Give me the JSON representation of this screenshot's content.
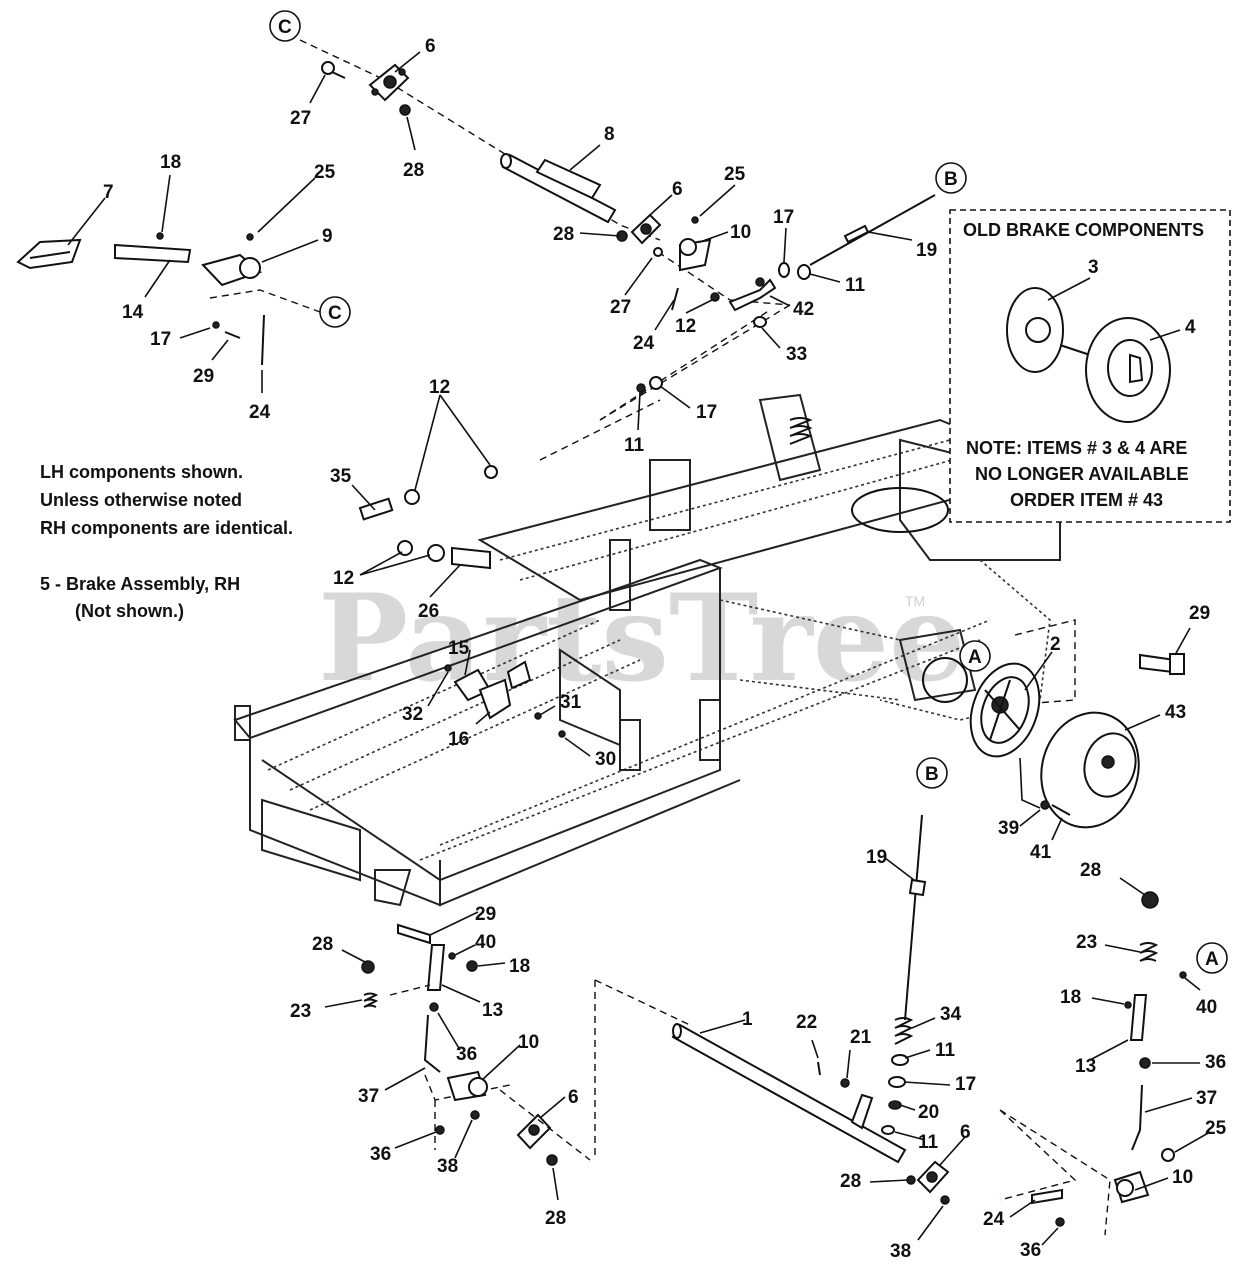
{
  "watermark": "PartsTree",
  "watermark_tm": "TM",
  "notes": {
    "line1": "LH components shown.",
    "line2": "Unless otherwise noted",
    "line3": "RH components are identical.",
    "line4": "5 - Brake Assembly, RH",
    "line5": "(Not shown.)"
  },
  "old_brake_box": {
    "title": "OLD BRAKE COMPONENTS",
    "note1": "NOTE: ITEMS # 3 & 4 ARE",
    "note2": "NO LONGER AVAILABLE",
    "note3": "ORDER ITEM # 43"
  },
  "ref_circles": {
    "c_top": "C",
    "c_mid": "C",
    "b_top": "B",
    "b_mid": "B",
    "a_mid": "A",
    "a_right": "A"
  },
  "callouts": {
    "c6a": "6",
    "c27a": "27",
    "c28a": "28",
    "c8": "8",
    "c7": "7",
    "c18a": "18",
    "c25a": "25",
    "c9": "9",
    "c14": "14",
    "c17a": "17",
    "c29a": "29",
    "c24a": "24",
    "c6b": "6",
    "c25b": "25",
    "c28b": "28",
    "c10a": "10",
    "c27b": "27",
    "c24b": "24",
    "c12a": "12",
    "c17b": "17",
    "c11a": "11",
    "c19a": "19",
    "c42": "42",
    "c33": "33",
    "c11b": "11",
    "c17c": "17",
    "c3": "3",
    "c4": "4",
    "c12b": "12",
    "c35": "35",
    "c12c": "12",
    "c26": "26",
    "c15": "15",
    "c31": "31",
    "c32": "32",
    "c16": "16",
    "c30": "30",
    "c29b": "29",
    "c2": "2",
    "c43": "43",
    "c39": "39",
    "c41": "41",
    "c19b": "19",
    "c28c": "28",
    "c23a": "23",
    "c18b": "18",
    "c40a": "40",
    "c13a": "13",
    "c36a": "36",
    "c37a": "37",
    "c25c": "25",
    "c10b": "10",
    "c24c": "24",
    "c36b": "36",
    "c38a": "38",
    "c28d": "28",
    "c6c": "6",
    "c1": "1",
    "c22": "22",
    "c21": "21",
    "c34": "34",
    "c11c": "11",
    "c17d": "17",
    "c20": "20",
    "c11d": "11",
    "c29c": "29",
    "c28e": "28",
    "c40b": "40",
    "c18c": "18",
    "c23b": "23",
    "c13b": "13",
    "c36c": "36",
    "c37b": "37",
    "c10c": "10",
    "c36d": "36",
    "c38b": "38",
    "c28f": "28",
    "c6d": "6"
  }
}
